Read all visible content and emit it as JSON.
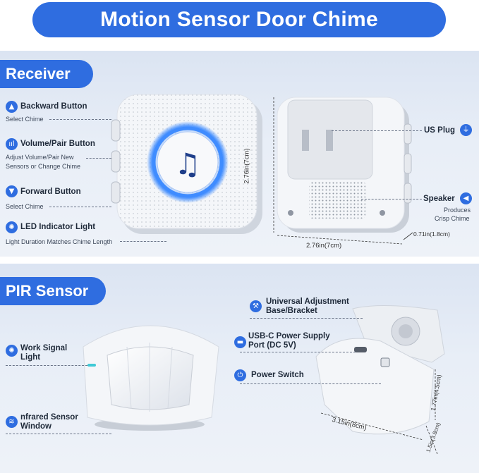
{
  "banner": {
    "title": "Motion Sensor Door Chime"
  },
  "receiver": {
    "section_label": "Receiver",
    "backward": {
      "title": "Backward Button",
      "desc": "Select Chime"
    },
    "volume": {
      "title": "Volume/Pair Button",
      "desc_line1": "Adjust Volume/Pair New",
      "desc_line2": "Sensors or Change Chime"
    },
    "forward": {
      "title": "Forward Button",
      "desc": "Select Chime"
    },
    "led": {
      "title": "LED Indicator Light",
      "desc": "Light Duration Matches Chime Length"
    },
    "us_plug": {
      "title": "US Plug"
    },
    "speaker": {
      "title": "Speaker",
      "desc_line1": "Produces",
      "desc_line2": "Crisp Chime"
    },
    "dim_height": "2.76in(7cm)",
    "dim_width": "2.76in(7cm)",
    "dim_depth": "0.71in(1.8cm)"
  },
  "pir": {
    "section_label": "PIR Sensor",
    "work_light": {
      "line1": "Work Signal",
      "line2": "Light"
    },
    "infrared": {
      "line1": "nfrared Sensor",
      "line2": "Window"
    },
    "bracket": {
      "line1": "Universal Adjustment",
      "line2": "Base/Bracket"
    },
    "usbc": {
      "line1": "USB-C Power Supply",
      "line2": "Port (DC 5V)"
    },
    "switch": {
      "title": "Power Switch"
    },
    "dim_width": "3.15in(8cm)",
    "dim_height": "1.77in(4.5cm)",
    "dim_depth": "1.5in(3.8cm)"
  },
  "colors": {
    "accent": "#2f6de0",
    "led_blue": "#3f8cff",
    "device_white": "#f4f6f9"
  }
}
